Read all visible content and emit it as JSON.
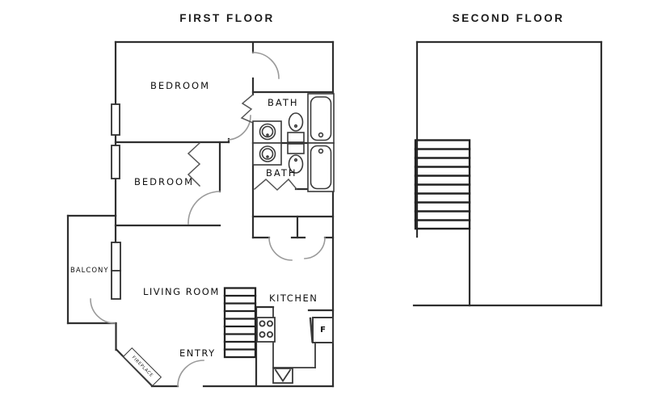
{
  "page": {
    "background": "#ffffff",
    "colors": {
      "wall_ink": "#2f2f2f",
      "fixture_ink": "#3a3a3a",
      "door_arc": "#9a9a9a",
      "text": "#111111"
    }
  },
  "first_floor": {
    "title": "FIRST FLOOR",
    "labels": {
      "bedroom_1": "BEDROOM",
      "bedroom_2": "BEDROOM",
      "bath_1": "BATH",
      "bath_2": "BATH",
      "balcony": "BALCONY",
      "living_room": "LIVING ROOM",
      "kitchen": "KITCHEN",
      "entry": "ENTRY",
      "fireplace": "FIREPLACE",
      "fridge": "F"
    }
  },
  "second_floor": {
    "title": "SECOND FLOOR"
  }
}
